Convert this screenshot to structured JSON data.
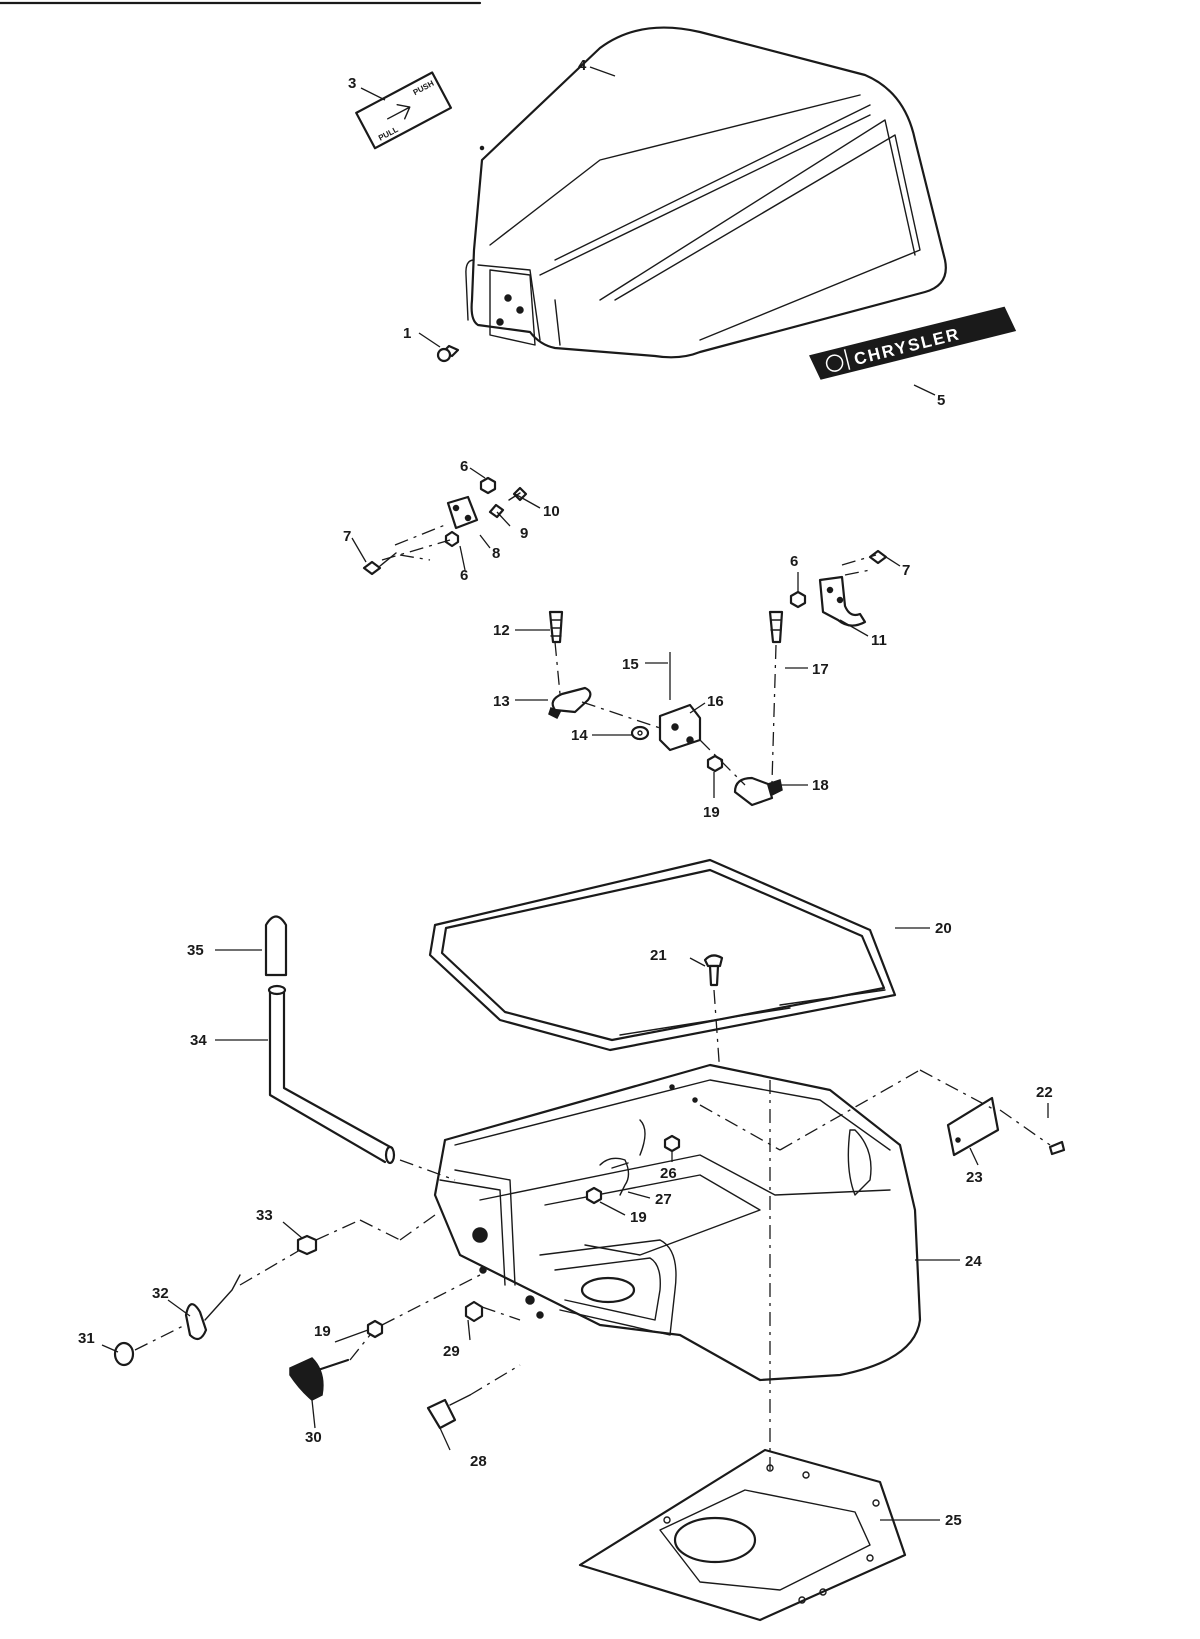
{
  "decal": {
    "push_text": "PUSH",
    "pull_text": "PULL"
  },
  "badge": {
    "brand_text": "CHRYSLER"
  },
  "callouts": {
    "c1": "1",
    "c3": "3",
    "c4": "4",
    "c5": "5",
    "c6a": "6",
    "c6b": "6",
    "c6c": "6",
    "c7a": "7",
    "c7b": "7",
    "c8": "8",
    "c9": "9",
    "c10": "10",
    "c11": "11",
    "c12": "12",
    "c13": "13",
    "c14": "14",
    "c15": "15",
    "c16": "16",
    "c17": "17",
    "c18": "18",
    "c19a": "19",
    "c19b": "19",
    "c19c": "19",
    "c20": "20",
    "c21": "21",
    "c22": "22",
    "c23": "23",
    "c24": "24",
    "c25": "25",
    "c26": "26",
    "c27": "27",
    "c28": "28",
    "c29": "29",
    "c30": "30",
    "c31": "31",
    "c32": "32",
    "c33": "33",
    "c34": "34",
    "c35": "35"
  }
}
